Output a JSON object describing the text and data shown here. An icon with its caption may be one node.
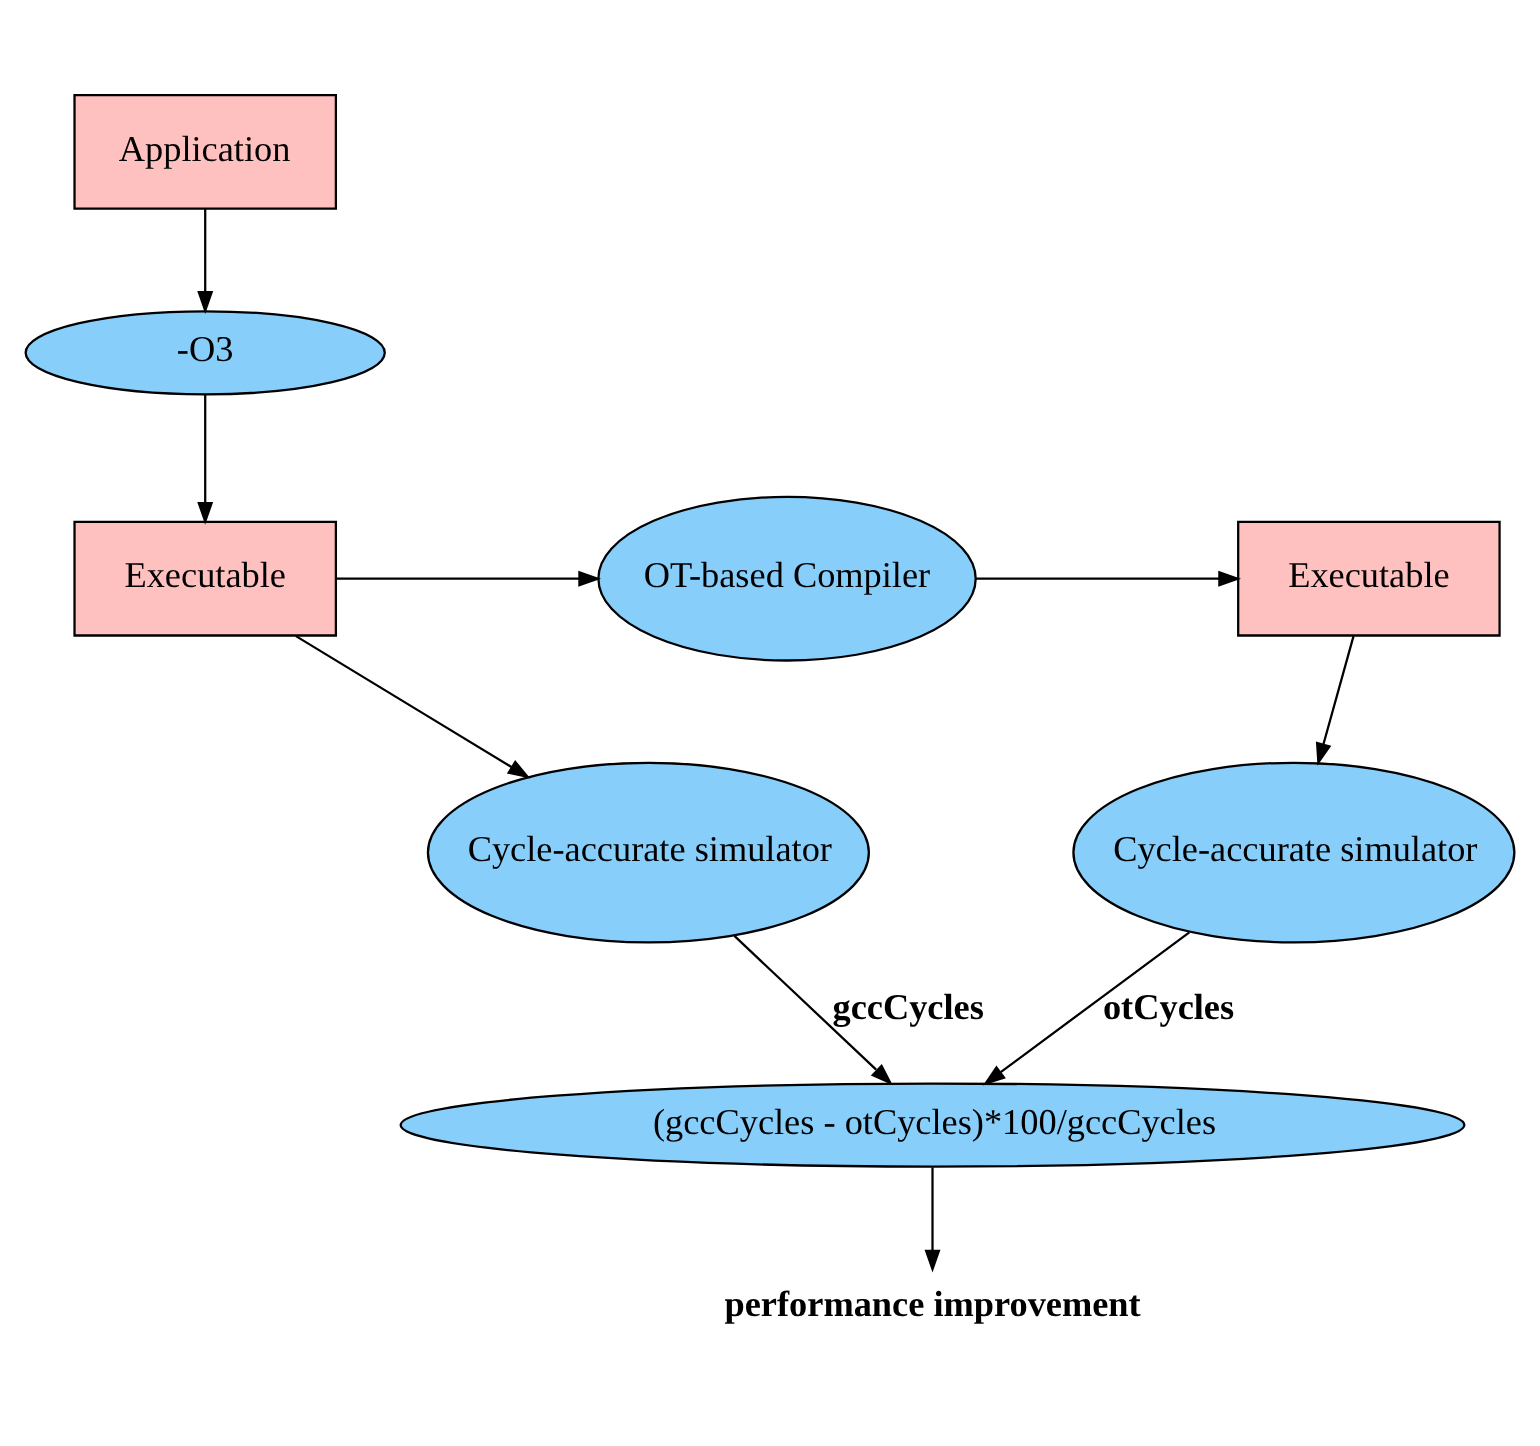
{
  "diagram": {
    "nodes": [
      {
        "text": [
          "Application"
        ]
      },
      {
        "text": [
          "-O3"
        ]
      },
      {
        "text": [
          "Executable"
        ]
      },
      {
        "text": [
          "OT-based Compiler"
        ]
      },
      {
        "text": [
          "Executable"
        ]
      },
      {
        "text": [
          "Cycle-accurate simulator"
        ]
      },
      {
        "text": [
          "Cycle-accurate simulator"
        ]
      },
      {
        "text": [
          "(gccCycles - otCycles)*100/gccCycles"
        ]
      },
      {
        "text": [
          "performance improvement"
        ]
      }
    ],
    "edges": [
      {
        "from": 0,
        "to": 1,
        "arrow": "to"
      },
      {
        "from": 1,
        "to": 2,
        "arrow": "to"
      },
      {
        "from": 2,
        "to": 3,
        "arrow": "to"
      },
      {
        "from": 3,
        "to": 4,
        "arrow": "to"
      },
      {
        "from": 2,
        "to": 5,
        "arrow": "to"
      },
      {
        "from": 4,
        "to": 6,
        "arrow": "to"
      },
      {
        "from": 5,
        "to": 7,
        "arrow": "to",
        "label": "gccCycles"
      },
      {
        "from": 6,
        "to": 7,
        "arrow": "to",
        "label": "otCycles"
      },
      {
        "from": 7,
        "to": 8,
        "arrow": "to"
      }
    ]
  }
}
